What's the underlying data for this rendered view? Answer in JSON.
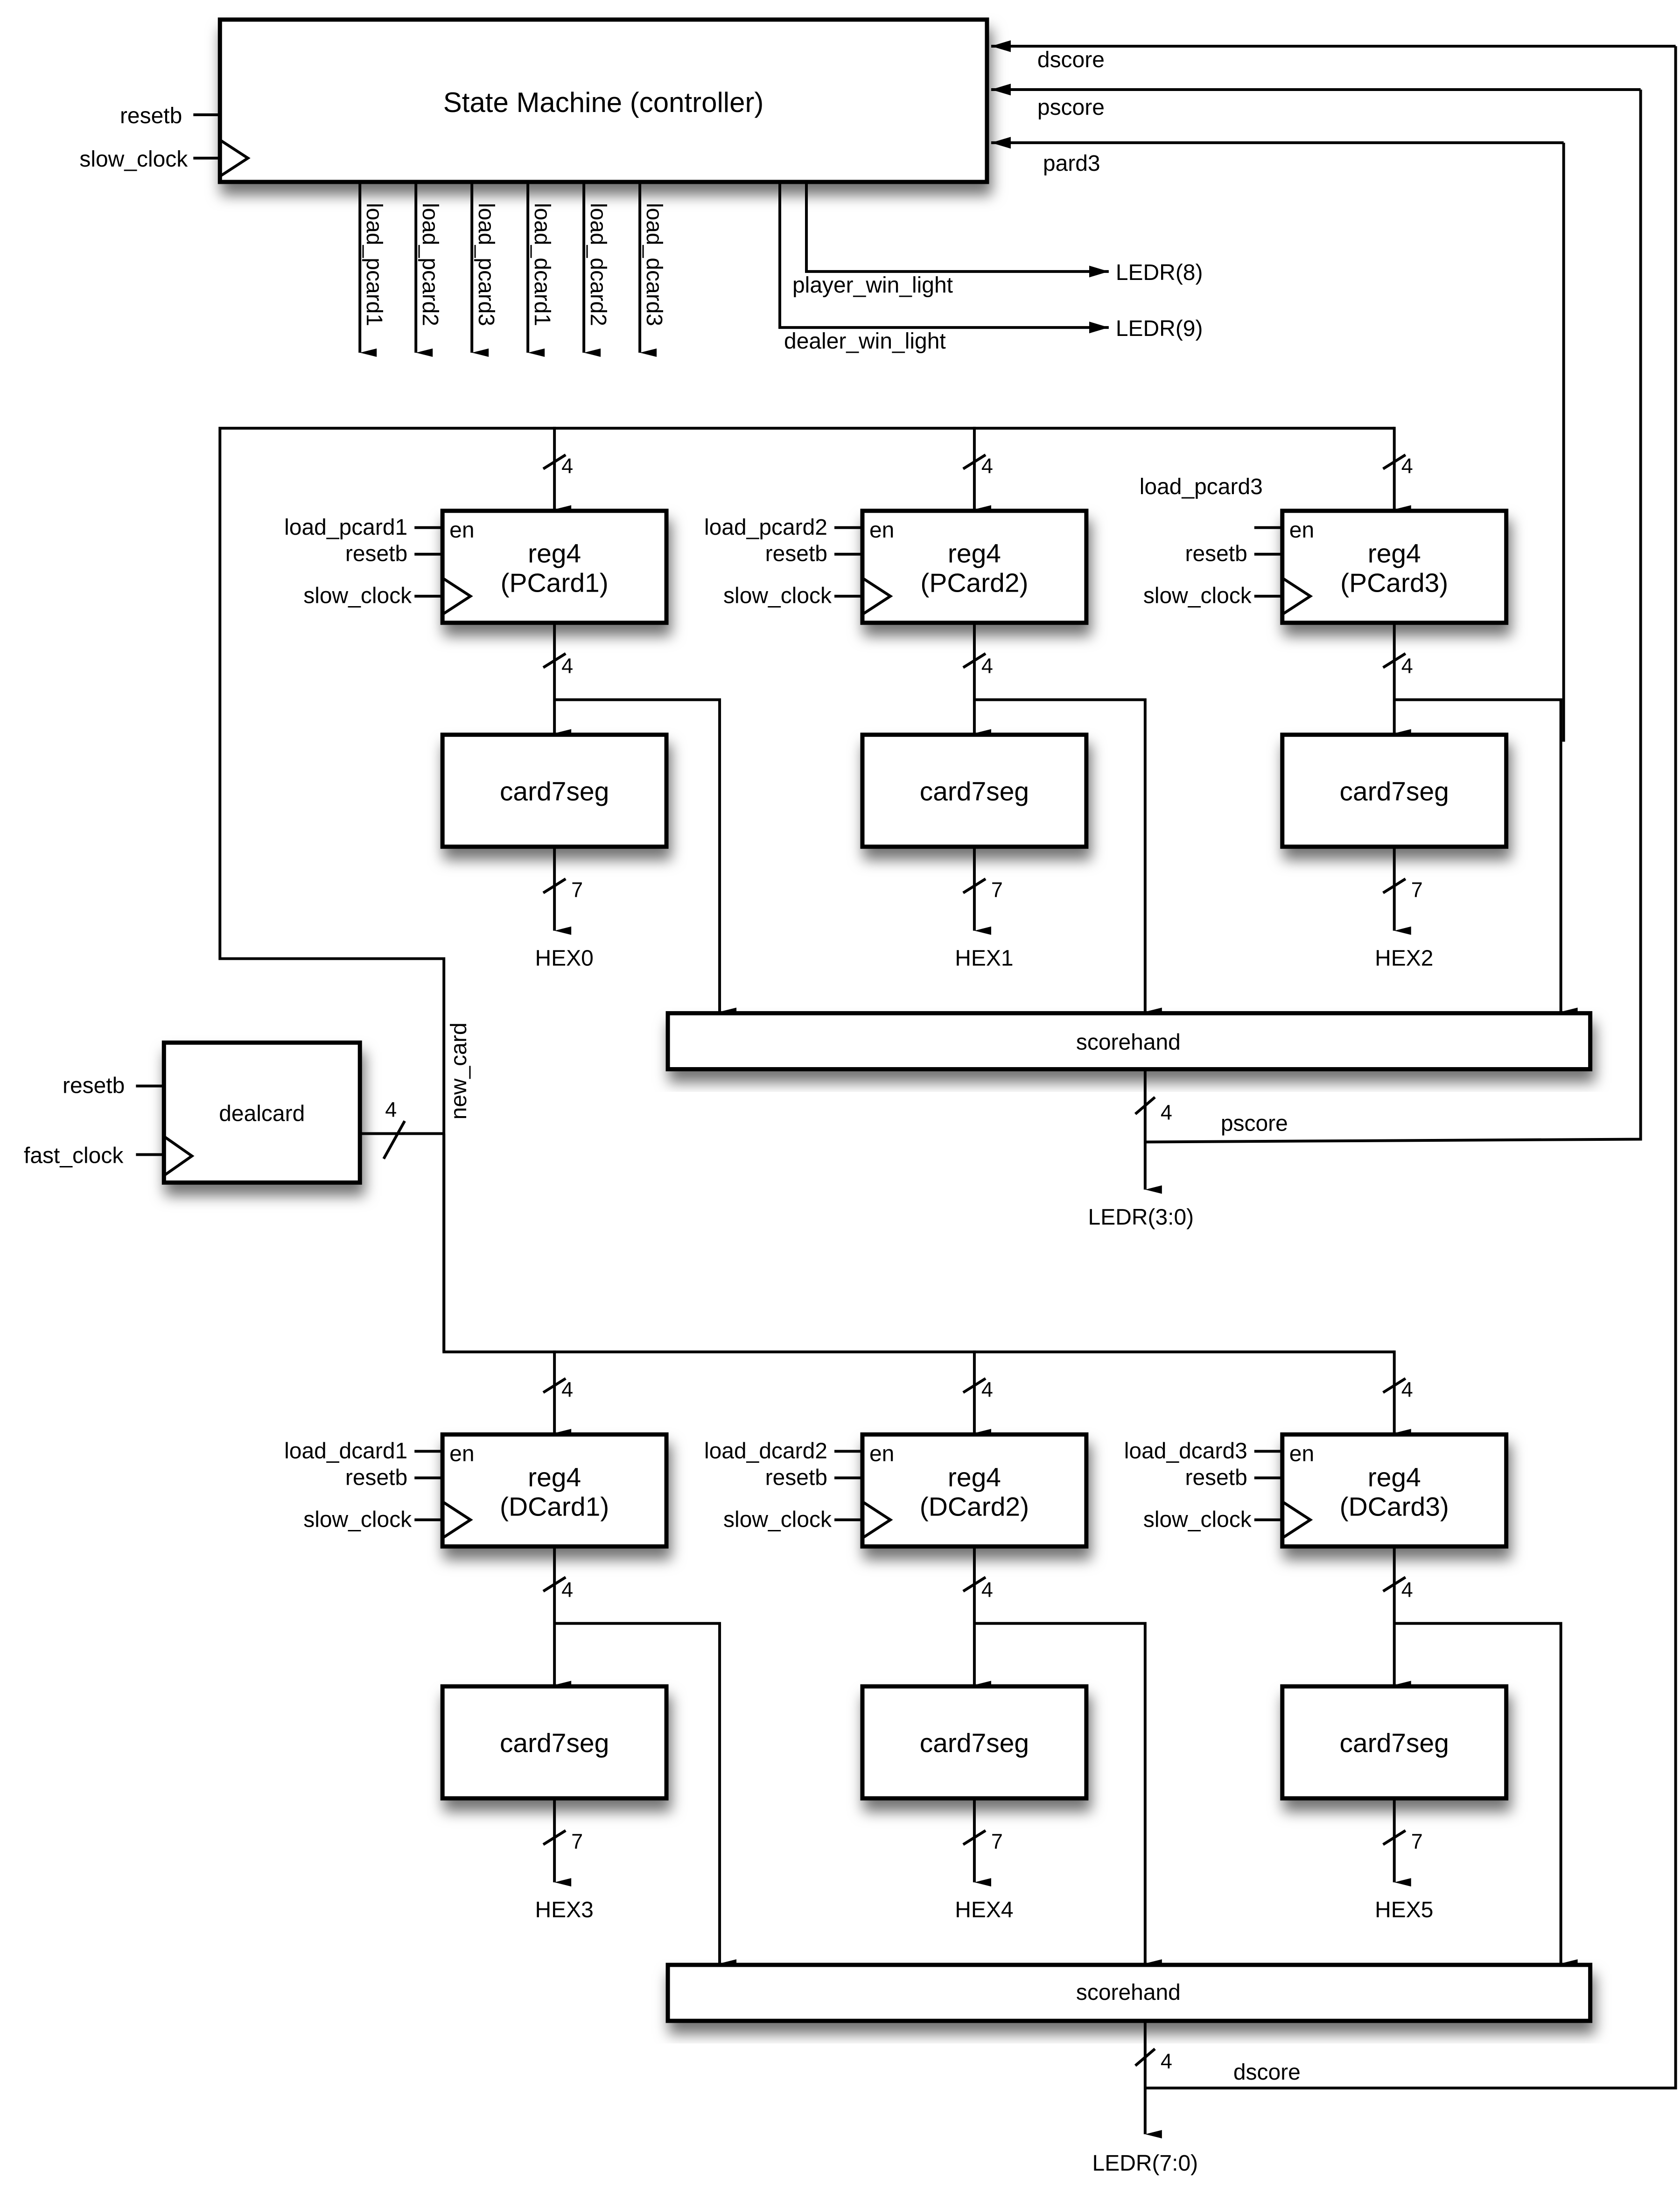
{
  "diagram": {
    "controller": {
      "title": "State Machine (controller)",
      "inputs_left": [
        "resetb",
        "slow_clock"
      ],
      "outputs_bottom": [
        "load_pcard1",
        "load_pcard2",
        "load_pcard3",
        "load_dcard1",
        "load_dcard2",
        "load_dcard3"
      ],
      "inputs_right": [
        "dscore",
        "pscore",
        "pard3"
      ],
      "status_outputs": [
        {
          "signal": "player_win_light",
          "dest": "LEDR(8)"
        },
        {
          "signal": "dealer_win_light",
          "dest": "LEDR(9)"
        }
      ]
    },
    "dealcard": {
      "title": "dealcard",
      "inputs": [
        "resetb",
        "fast_clock"
      ],
      "output_width": "4",
      "output_net": "new_card"
    },
    "player_regs": [
      {
        "title": "reg4",
        "sub": "(PCard1)",
        "en": "load_pcard1",
        "reset": "resetb",
        "clock": "slow_clock",
        "en_port": "en",
        "in_width": "4",
        "out_width": "4",
        "decoder": "card7seg",
        "seg_width": "7",
        "hex": "HEX0"
      },
      {
        "title": "reg4",
        "sub": "(PCard2)",
        "en": "load_pcard2",
        "reset": "resetb",
        "clock": "slow_clock",
        "en_port": "en",
        "in_width": "4",
        "out_width": "4",
        "decoder": "card7seg",
        "seg_width": "7",
        "hex": "HEX1"
      },
      {
        "title": "reg4",
        "sub": "(PCard3)",
        "en": "load_pcard3",
        "reset": "resetb",
        "clock": "slow_clock",
        "en_port": "en",
        "in_width": "4",
        "out_width": "4",
        "decoder": "card7seg",
        "seg_width": "7",
        "hex": "HEX2"
      }
    ],
    "dealer_regs": [
      {
        "title": "reg4",
        "sub": "(DCard1)",
        "en": "load_dcard1",
        "reset": "resetb",
        "clock": "slow_clock",
        "en_port": "en",
        "in_width": "4",
        "out_width": "4",
        "decoder": "card7seg",
        "seg_width": "7",
        "hex": "HEX3"
      },
      {
        "title": "reg4",
        "sub": "(DCard2)",
        "en": "load_dcard2",
        "reset": "resetb",
        "clock": "slow_clock",
        "en_port": "en",
        "in_width": "4",
        "out_width": "4",
        "decoder": "card7seg",
        "seg_width": "7",
        "hex": "HEX4"
      },
      {
        "title": "reg4",
        "sub": "(DCard3)",
        "en": "load_dcard3",
        "reset": "resetb",
        "clock": "slow_clock",
        "en_port": "en",
        "in_width": "4",
        "out_width": "4",
        "decoder": "card7seg",
        "seg_width": "7",
        "hex": "HEX5"
      }
    ],
    "player_score": {
      "title": "scorehand",
      "out_width": "4",
      "net": "pscore",
      "dest": "LEDR(3:0)"
    },
    "dealer_score": {
      "title": "scorehand",
      "out_width": "4",
      "net": "dscore",
      "dest": "LEDR(7:0)"
    }
  }
}
